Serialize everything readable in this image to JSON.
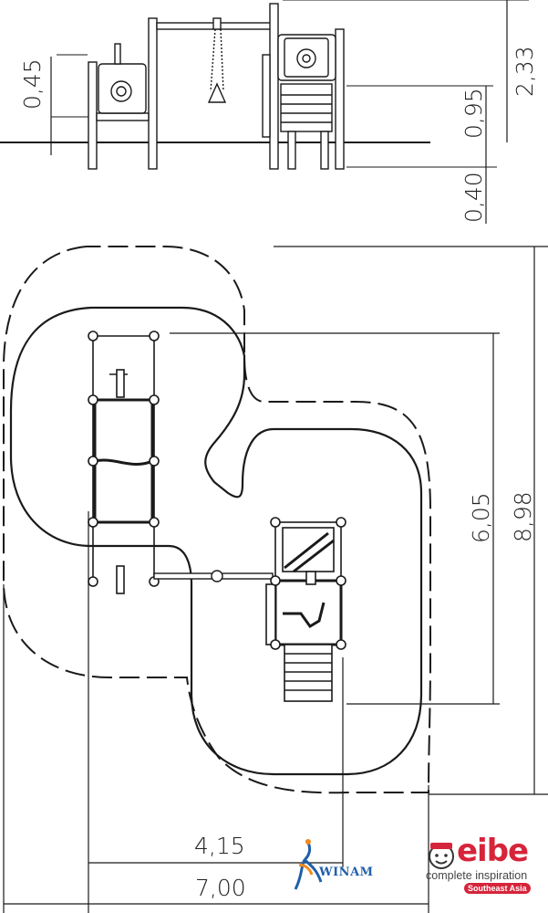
{
  "elevation": {
    "dim_platform_height": "0,45",
    "dim_total_height": "2,33",
    "dim_deck_height": "0,95",
    "dim_below_ground": "0,40"
  },
  "plan": {
    "dim_depth_inner": "6,05",
    "dim_depth_total": "8,98",
    "dim_width_inner": "4,15",
    "dim_width_total": "7,00"
  },
  "logos": {
    "winam": "WINAM",
    "eibe_word": "eibe",
    "eibe_tagline": "complete inspiration",
    "eibe_region": "Southeast Asia"
  },
  "colors": {
    "line": "#1a1a1a",
    "eibe_red": "#d6243a",
    "winam_blue": "#1f5fa8",
    "winam_orange": "#f08a1c"
  }
}
